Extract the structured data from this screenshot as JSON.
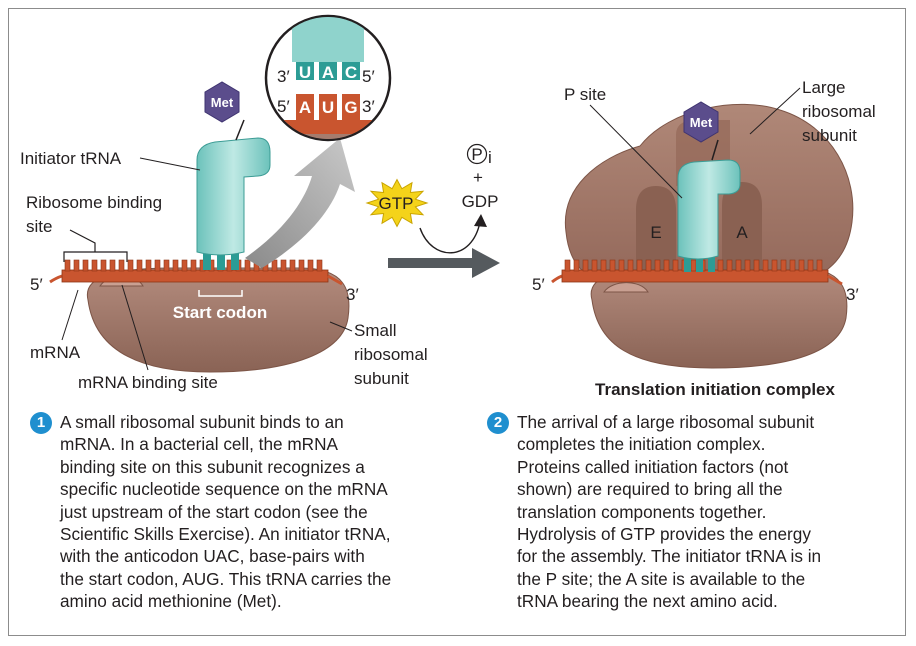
{
  "labels": {
    "met_left": "Met",
    "met_right": "Met",
    "initiator_trna": "Initiator tRNA",
    "ribosome_binding_site": [
      "Ribosome binding",
      "site"
    ],
    "five_prime_left": "5′",
    "three_prime_left": "3′",
    "start_codon": "Start codon",
    "mrna": "mRNA",
    "mrna_binding_site": "mRNA binding site",
    "small_subunit": [
      "Small",
      "ribosomal",
      "subunit"
    ],
    "inset": {
      "top_left": "3′",
      "top_right": "5′",
      "bottom_left": "5′",
      "bottom_right": "3′",
      "anticodon": [
        "U",
        "A",
        "C"
      ],
      "codon": [
        "A",
        "U",
        "G"
      ]
    },
    "gtp": "GTP",
    "pi": "P",
    "pi_sub": "i",
    "plus": "+",
    "gdp": "GDP",
    "p_site": "P site",
    "large_subunit": [
      "Large",
      "ribosomal",
      "subunit"
    ],
    "e_site": "E",
    "a_site": "A",
    "five_prime_right": "5′",
    "three_prime_right": "3′",
    "complex_title": "Translation initiation complex"
  },
  "steps": [
    {
      "number": "1",
      "lines": [
        "A small ribosomal subunit binds to an",
        "mRNA. In a bacterial cell, the mRNA",
        "binding site on this subunit recognizes a",
        "specific nucleotide sequence on the mRNA",
        "just upstream of the start codon (see the",
        "Scientific Skills Exercise). An initiator tRNA,",
        "with the anticodon UAC, base-pairs with",
        "the start codon, AUG. This tRNA carries the",
        "amino acid methionine (Met)."
      ]
    },
    {
      "number": "2",
      "lines": [
        "The arrival of a large ribosomal subunit",
        "completes the initiation complex.",
        "Proteins called initiation factors (not",
        "shown) are required to bring all the",
        "translation components together.",
        "Hydrolysis of GTP provides the energy",
        "for the assembly. The initiator tRNA is in",
        "the P site; the A site is available to the",
        "tRNA bearing the next amino acid."
      ]
    }
  ],
  "colors": {
    "ribosome": "#a57c6e",
    "ribosome_dark": "#7d5547",
    "mrna": "#c9552f",
    "trna": "#8fd3cc",
    "trna_dark": "#2c9c95",
    "met": "#5b4d8c",
    "gtp": "#f4d31a",
    "step_badge": "#1f8fcf"
  }
}
